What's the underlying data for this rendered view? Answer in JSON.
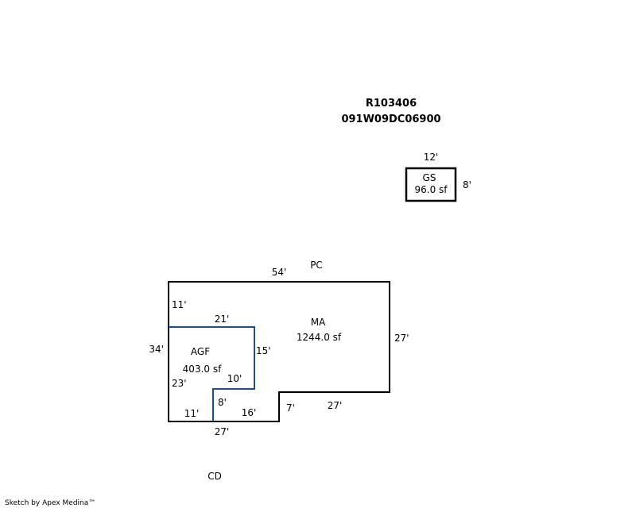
{
  "header": {
    "account_id": "R103406",
    "map_tax_lot": "091W09DC06900"
  },
  "colors": {
    "outline": "#000000",
    "agf_outline": "#1f4e8c"
  },
  "areas": {
    "gs": {
      "code": "GS",
      "area": "96.0 sf"
    },
    "ma": {
      "code": "MA",
      "area": "1244.0 sf"
    },
    "agf": {
      "code": "AGF",
      "area": "403.0 sf"
    }
  },
  "dimensions": {
    "gs_top": "12'",
    "gs_right": "8'",
    "ma_top": "54'",
    "ma_right": "27'",
    "ma_left": "34'",
    "ma_bottom": "27'",
    "ma_lower_right": "27'",
    "ma_step": "7'",
    "agf_top": "21'",
    "agf_right": "15'",
    "agf_upper_left": "11'",
    "agf_lower_left": "23'",
    "agf_notch_top": "10'",
    "agf_notch_side": "8'",
    "agf_bottom": "11'",
    "ma_bottom_mid": "16'"
  },
  "annotations": {
    "top_adjacent": "PC",
    "bottom_adjacent": "CD"
  },
  "credit": "Sketch by Apex Medina™"
}
